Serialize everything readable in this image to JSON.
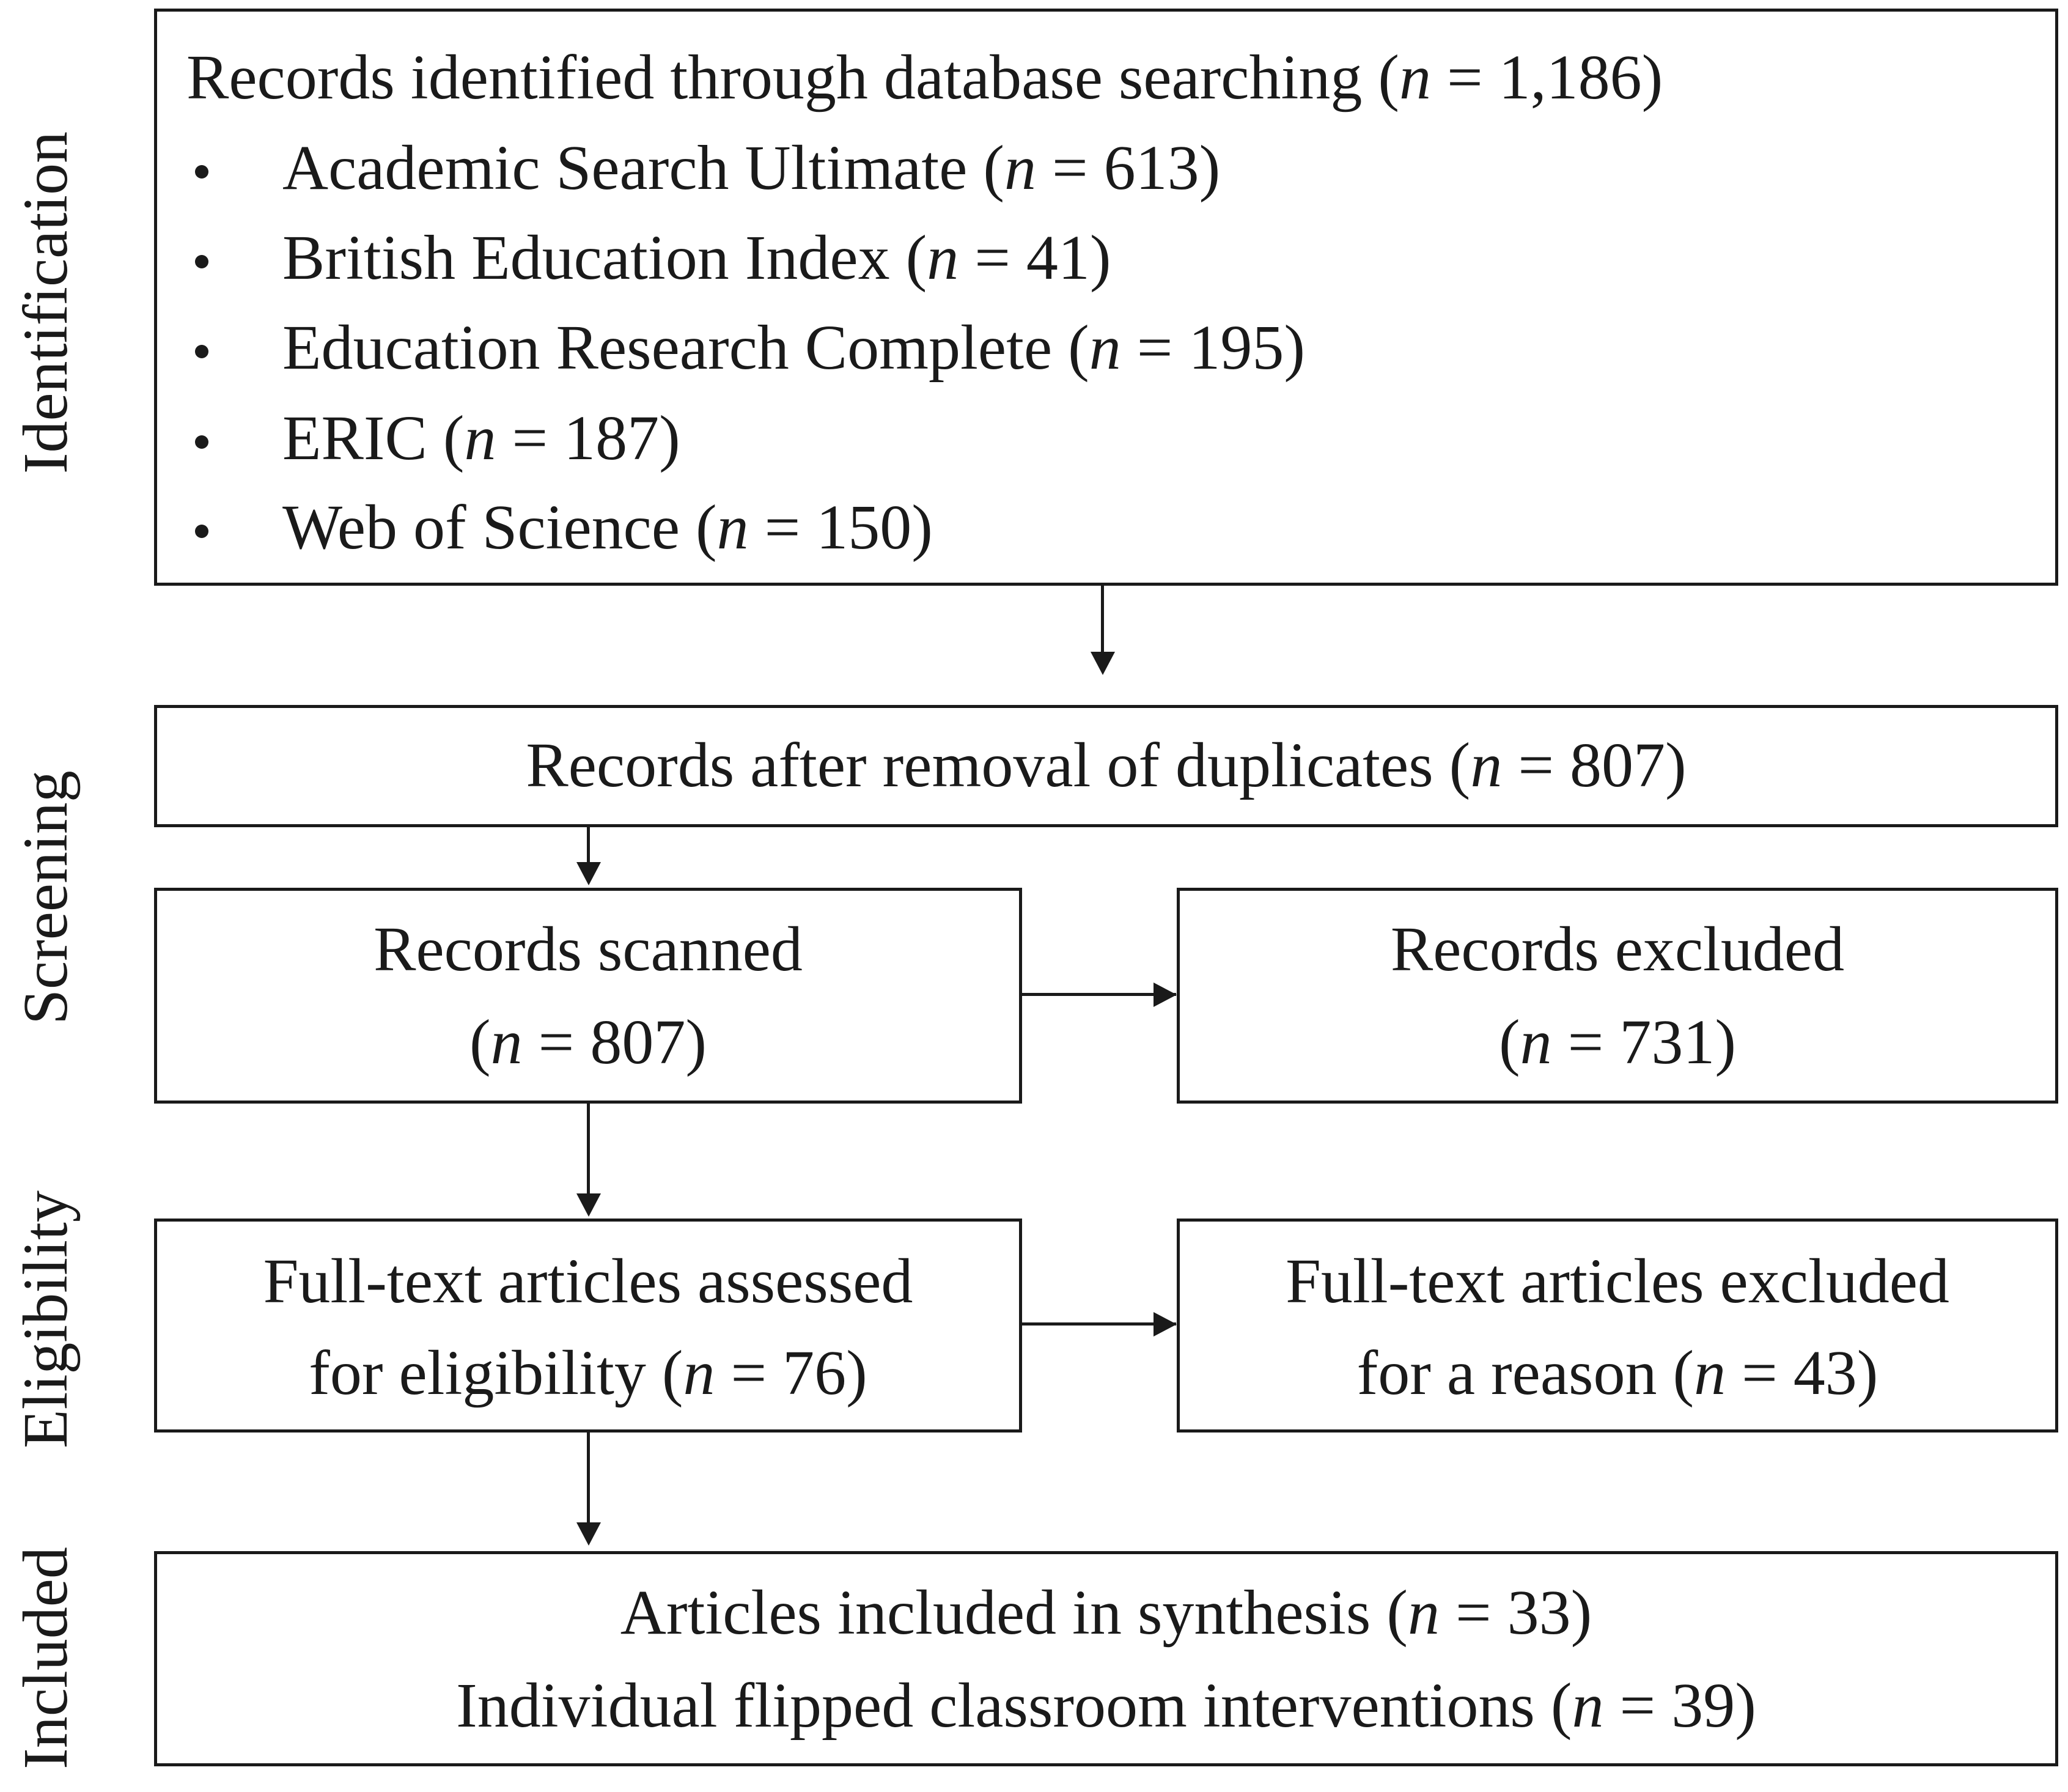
{
  "stages": {
    "identification": "Identification",
    "screening": "Screening",
    "eligibility": "Eligibility",
    "included": "Included"
  },
  "identification_box": {
    "title_text": "Records identified through database searching (",
    "title_n": "n",
    "title_count": " = 1,186)",
    "databases": [
      {
        "name": "Academic Search Ultimate (",
        "n": "n",
        "count": " = 613)"
      },
      {
        "name": "British Education Index (",
        "n": "n",
        "count": " = 41)"
      },
      {
        "name": "Education Research Complete (",
        "n": "n",
        "count": " = 195)"
      },
      {
        "name": "ERIC (",
        "n": "n",
        "count": " = 187)"
      },
      {
        "name": "Web of Science (",
        "n": "n",
        "count": " = 150)"
      }
    ]
  },
  "duplicates_box": {
    "text": "Records after removal of duplicates (",
    "n": "n",
    "count": " = 807)"
  },
  "scanned_box": {
    "line1": "Records scanned",
    "line2_open": "(",
    "n": "n",
    "line2_count": " = 807)"
  },
  "excluded_box": {
    "line1": "Records excluded",
    "line2_open": "(",
    "n": "n",
    "line2_count": " = 731)"
  },
  "fulltext_assessed_box": {
    "line1": "Full-text articles assessed",
    "line2_text": "for eligibility (",
    "n": "n",
    "line2_count": " = 76)"
  },
  "fulltext_excluded_box": {
    "line1": "Full-text articles excluded",
    "line2_text": "for a reason (",
    "n": "n",
    "line2_count": " = 43)"
  },
  "included_box": {
    "line1_text": "Articles included in synthesis (",
    "line1_n": "n",
    "line1_count": " = 33)",
    "line2_text": "Individual flipped classroom interventions (",
    "line2_n": "n",
    "line2_count": " = 39)"
  }
}
